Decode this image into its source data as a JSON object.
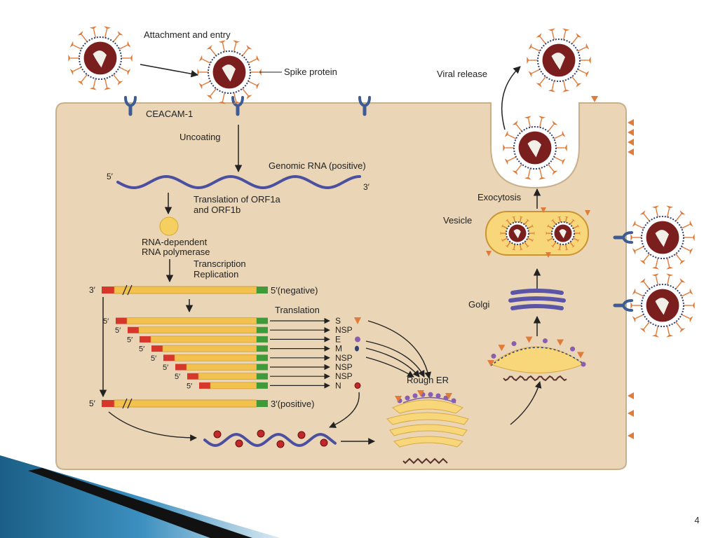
{
  "diagram": {
    "labels": {
      "attachment_entry": "Attachment and entry",
      "spike_protein": "Spike protein",
      "ceacam": "CEACAM-1",
      "uncoating": "Uncoating",
      "genomic_rna": "Genomic RNA (positive)",
      "five_prime": "5′",
      "three_prime": "3′",
      "translation_orf_line1": "Translation of ORF1a",
      "translation_orf_line2": "and ORF1b",
      "rdrp_line1": "RNA-dependent",
      "rdrp_line2": "RNA polymerase",
      "transcription": "Transcription",
      "replication": "Replication",
      "negative_strand": "5′(negative)",
      "positive_strand": "3′(positive)",
      "translation": "Translation",
      "rough_er": "Rough ER",
      "golgi": "Golgi",
      "vesicle": "Vesicle",
      "exocytosis": "Exocytosis",
      "viral_release": "Viral release"
    },
    "proteins": [
      "S",
      "NSP",
      "E",
      "M",
      "NSP",
      "NSP",
      "NSP",
      "N"
    ],
    "colors": {
      "cell": "#ead6b6",
      "cell_border": "#c9b08c",
      "rna": "#4a4fa0",
      "bar_body": "#f2c14e",
      "bar_five": "#d7362a",
      "bar_three": "#3f9a3a",
      "spike": "#e07b39",
      "virion_core": "#7a1e1e",
      "membrane_dot": "#2f3f6e",
      "receptor": "#3e5c93",
      "arrow": "#222222",
      "er": "#f7d77a",
      "golgi": "#5b55a8",
      "m_protein": "#8a5db0",
      "n_protein": "#c0282a",
      "accent": "#1f6f9f"
    }
  },
  "slide": {
    "page_number": "4"
  }
}
